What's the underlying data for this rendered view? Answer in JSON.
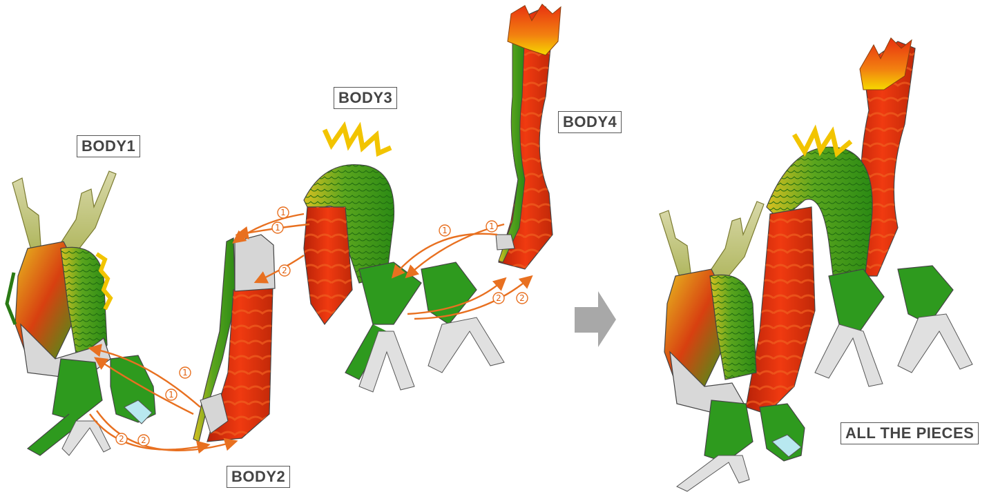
{
  "labels": {
    "body1": "BODY1",
    "body2": "BODY2",
    "body3": "BODY3",
    "body4": "BODY4",
    "all": "ALL THE PIECES"
  },
  "step_markers": [
    "1",
    "2"
  ],
  "colors": {
    "scale_green": "#3a9a1a",
    "body_red": "#d83010",
    "flame_yellow": "#f2c400",
    "leg_green": "#2e9a1e",
    "claw_gray": "#e0e0e0",
    "horn": "#c8c080",
    "arrow_orange": "#e87020",
    "arrow_gray": "#a8a8a8"
  }
}
